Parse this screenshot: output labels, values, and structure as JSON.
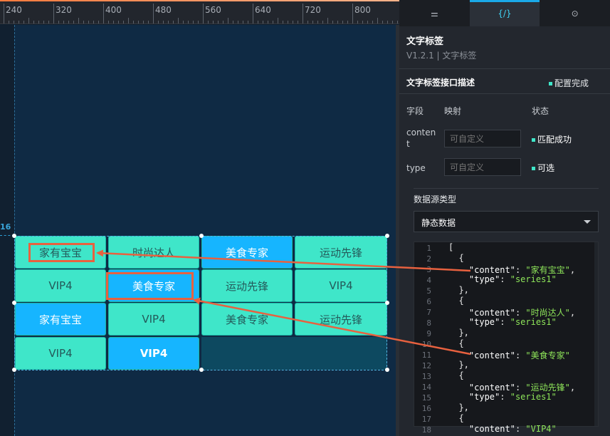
{
  "ruler": {
    "ticks": [
      "240",
      "320",
      "400",
      "480",
      "560",
      "640",
      "720",
      "800"
    ]
  },
  "canvas": {
    "guide_value": "16"
  },
  "grid": {
    "rows": [
      [
        "家有宝宝",
        "时尚达人",
        "美食专家",
        "运动先锋"
      ],
      [
        "VIP4",
        "美食专家",
        "运动先锋",
        "VIP4"
      ],
      [
        "家有宝宝",
        "VIP4",
        "美食专家",
        "运动先锋"
      ],
      [
        "VIP4",
        "VIP4"
      ]
    ]
  },
  "panel": {
    "tabs": [
      "settings-tab",
      "data-tab",
      "interaction-tab"
    ],
    "tab_glyphs": [
      "⚌",
      "{/}",
      "⊙"
    ],
    "title": "文字标签",
    "subtitle": "V1.2.1 | 文字标签",
    "interface_title": "文字标签接口描述",
    "interface_status": "配置完成",
    "headers": {
      "field": "字段",
      "mapping": "映射",
      "status": "状态"
    },
    "fields": [
      {
        "name": "conten\nt",
        "placeholder": "可自定义",
        "status": "匹配成功"
      },
      {
        "name": "type",
        "placeholder": "可自定义",
        "status": "可选"
      }
    ],
    "datasource_label": "数据源类型",
    "datasource_value": "静态数据",
    "line_numbers": [
      "1",
      "2",
      "3",
      "4",
      "5",
      "6",
      "7",
      "8",
      "9",
      "10",
      "11",
      "12",
      "13",
      "14",
      "15",
      "16",
      "17",
      "18"
    ],
    "code_lines": [
      "[",
      "  {",
      "    \"content\": \"家有宝宝\",",
      "    \"type\": \"series1\"",
      "  },",
      "  {",
      "    \"content\": \"时尚达人\",",
      "    \"type\": \"series1\"",
      "  },",
      "  {",
      "    \"content\": \"美食专家\"",
      "  },",
      "  {",
      "    \"content\": \"运动先锋\",",
      "    \"type\": \"series1\"",
      "  },",
      "  {",
      "    \"content\": \"VIP4\""
    ]
  }
}
